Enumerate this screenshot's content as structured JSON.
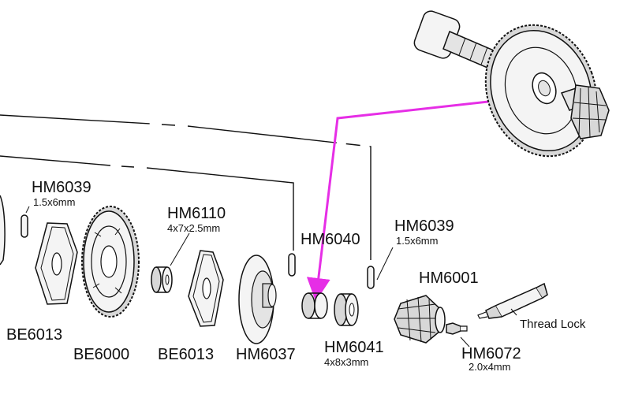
{
  "parts": [
    {
      "id": "hm6039_left",
      "part_number": "HM6039",
      "size": "1.5x6mm"
    },
    {
      "id": "hm6110",
      "part_number": "HM6110",
      "size": "4x7x2.5mm"
    },
    {
      "id": "hm6040",
      "part_number": "HM6040",
      "size": ""
    },
    {
      "id": "hm6039_right",
      "part_number": "HM6039",
      "size": "1.5x6mm"
    },
    {
      "id": "hm6001",
      "part_number": "HM6001",
      "size": ""
    },
    {
      "id": "be6013_left",
      "part_number": "BE6013",
      "size": ""
    },
    {
      "id": "be6000",
      "part_number": "BE6000",
      "size": ""
    },
    {
      "id": "be6013_right",
      "part_number": "BE6013",
      "size": ""
    },
    {
      "id": "hm6037",
      "part_number": "HM6037",
      "size": ""
    },
    {
      "id": "hm6041",
      "part_number": "HM6041",
      "size": "4x8x3mm"
    },
    {
      "id": "hm6072",
      "part_number": "HM6072",
      "size": "2.0x4mm"
    }
  ],
  "notes": {
    "thread_lock": "Thread Lock"
  },
  "colors": {
    "arrow": "#e62ee6",
    "line": "#111111",
    "fill_light": "#f4f4f4",
    "fill_mid": "#d8d8d8"
  }
}
